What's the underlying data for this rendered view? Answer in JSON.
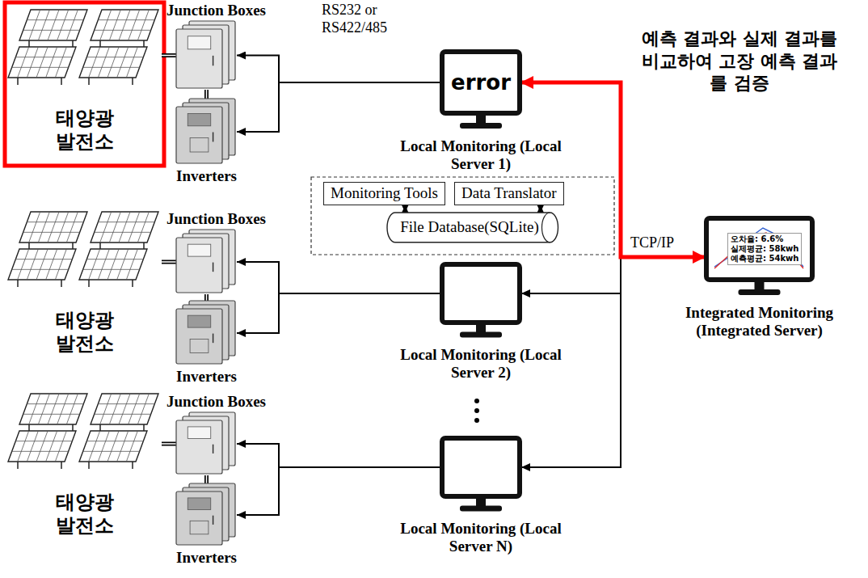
{
  "diagram": {
    "nodes": [
      {
        "text": [
          "태양광 발전소"
        ]
      },
      {
        "text": [
          "Junction Boxes"
        ]
      },
      {
        "text": [
          "Inverters"
        ]
      },
      {
        "text": [
          "error",
          "Local Monitoring (Local Server 1)"
        ]
      },
      {
        "text": [
          "Monitoring Tools"
        ]
      },
      {
        "text": [
          "Data Translator"
        ]
      },
      {
        "text": [
          "File Database(SQLite)"
        ]
      },
      {
        "text": [
          "태양광 발전소"
        ]
      },
      {
        "text": [
          "Junction Boxes"
        ]
      },
      {
        "text": [
          "Inverters"
        ]
      },
      {
        "text": [
          "Local Monitoring (Local Server 2)"
        ]
      },
      {
        "text": [
          "오차율: 6.6%",
          "실제평균: 58kwh",
          "예측평균: 54kwh",
          "Integrated Monitoring (Integrated Server)"
        ]
      },
      {
        "text": [
          "태양광 발전소"
        ]
      },
      {
        "text": [
          "Junction Boxes"
        ]
      },
      {
        "text": [
          "Inverters"
        ]
      },
      {
        "text": [
          "Local Monitoring (Local Server N)"
        ]
      }
    ],
    "edges": [
      {
        "from": 0,
        "to": 1,
        "arrow": "none"
      },
      {
        "from": 1,
        "to": 2,
        "arrow": "none"
      },
      {
        "from": 3,
        "to": 1,
        "arrow": "to"
      },
      {
        "from": 3,
        "to": 2,
        "arrow": "to"
      },
      {
        "from": 4,
        "to": 6,
        "arrow": "both"
      },
      {
        "from": 5,
        "to": 6,
        "arrow": "both"
      },
      {
        "from": 7,
        "to": 8,
        "arrow": "none"
      },
      {
        "from": 8,
        "to": 9,
        "arrow": "none"
      },
      {
        "from": 10,
        "to": 8,
        "arrow": "to"
      },
      {
        "from": 10,
        "to": 9,
        "arrow": "to"
      },
      {
        "from": 12,
        "to": 13,
        "arrow": "none"
      },
      {
        "from": 13,
        "to": 14,
        "arrow": "none"
      },
      {
        "from": 15,
        "to": 13,
        "arrow": "to"
      },
      {
        "from": 15,
        "to": 14,
        "arrow": "to"
      },
      {
        "from": 11,
        "to": 10,
        "arrow": "to"
      },
      {
        "from": 11,
        "to": 15,
        "arrow": "to"
      },
      {
        "from": 3,
        "to": 11,
        "arrow": "both"
      }
    ],
    "labels": [
      "RS232 or RS422/485",
      "TCP/IP",
      "예측 결과와 실제 결과를 비교하여 고장 예측 결과를 검증"
    ]
  }
}
